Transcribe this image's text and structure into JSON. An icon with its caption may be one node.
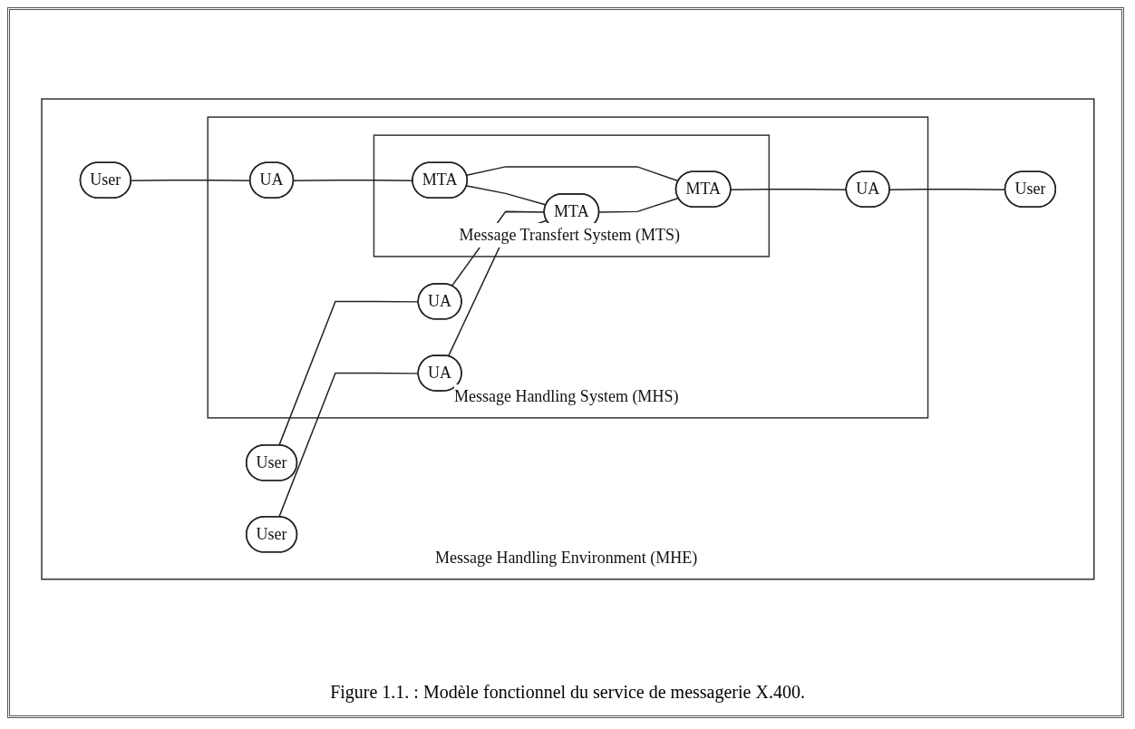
{
  "diagram": {
    "caption": "Figure 1.1. : Modèle fonctionnel du service de messagerie X.400.",
    "nodes": [
      {
        "text": [
          "Message Handling Environment (MHE)"
        ]
      },
      {
        "text": [
          "Message Handling System (MHS)"
        ],
        "in": 0
      },
      {
        "text": [
          "Message Transfert System (MTS)"
        ],
        "in": 1
      },
      {
        "text": [
          "User"
        ],
        "in": 0
      },
      {
        "text": [
          "User"
        ],
        "in": 0
      },
      {
        "text": [
          "UA"
        ],
        "in": 1
      },
      {
        "text": [
          "UA"
        ],
        "in": 1
      },
      {
        "text": [
          "MTA"
        ],
        "in": 2
      },
      {
        "text": [
          "MTA"
        ],
        "in": 2
      },
      {
        "text": [
          "MTA"
        ],
        "in": 2
      },
      {
        "text": [
          "UA"
        ],
        "in": 1
      },
      {
        "text": [
          "User"
        ],
        "in": 0
      },
      {
        "text": [
          "UA"
        ],
        "in": 1
      },
      {
        "text": [
          "User"
        ],
        "in": 0
      }
    ],
    "edges": [
      {
        "from": 3,
        "to": 5,
        "arrow": "none"
      },
      {
        "from": 5,
        "to": 7,
        "arrow": "none"
      },
      {
        "from": 4,
        "to": 6,
        "arrow": "none"
      },
      {
        "from": 6,
        "to": 8,
        "arrow": "none"
      },
      {
        "from": 7,
        "to": 8,
        "arrow": "none"
      },
      {
        "from": 7,
        "to": 9,
        "arrow": "none"
      },
      {
        "from": 8,
        "to": 9,
        "arrow": "none"
      },
      {
        "from": 9,
        "to": 10,
        "arrow": "none"
      },
      {
        "from": 10,
        "to": 11,
        "arrow": "none"
      },
      {
        "from": 12,
        "to": 8,
        "arrow": "none"
      },
      {
        "from": 13,
        "to": 12,
        "arrow": "none"
      }
    ]
  }
}
